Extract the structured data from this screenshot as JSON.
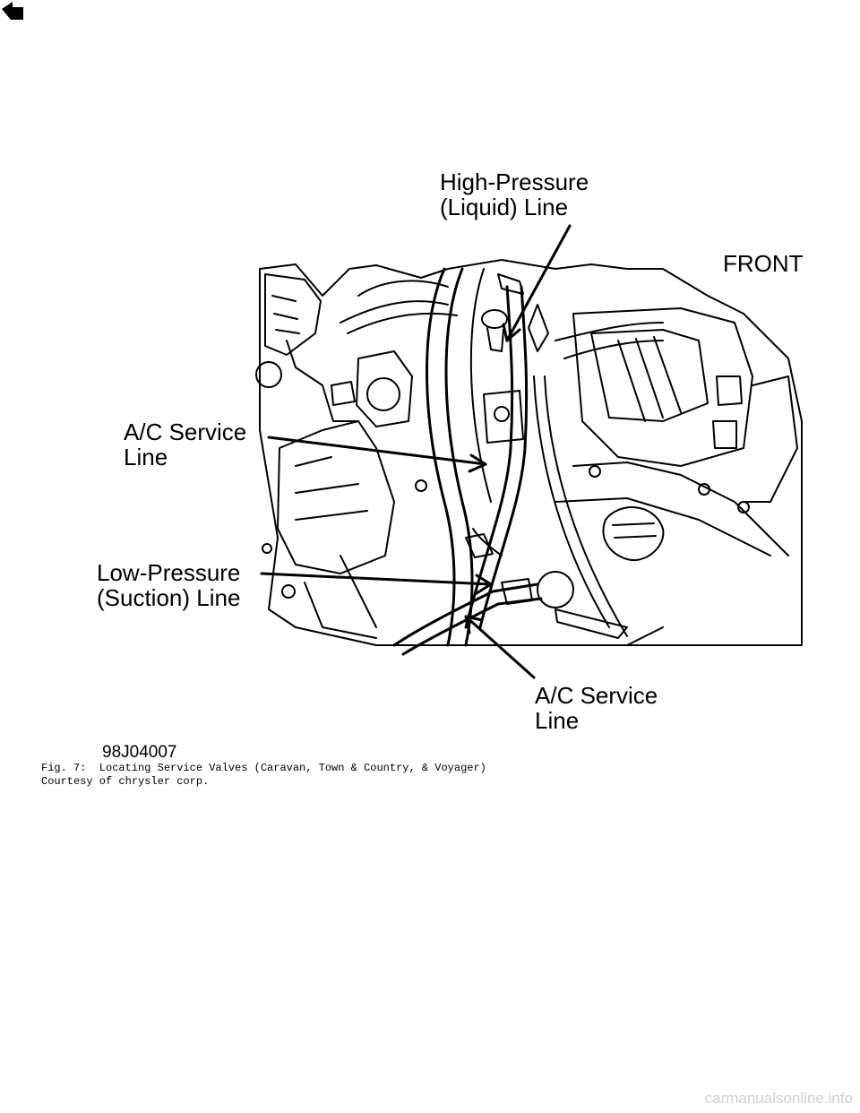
{
  "figure": {
    "labels": {
      "high_pressure": "High-Pressure\n(Liquid) Line",
      "front": "FRONT",
      "ac_service_upper": "A/C Service\nLine",
      "low_pressure": "Low-Pressure\n(Suction) Line",
      "ac_service_lower": "A/C Service\nLine"
    },
    "code": "98J04007",
    "front_icon": "front-arrow-icon"
  },
  "caption": {
    "line1": "Fig. 7:  Locating Service Valves (Caravan, Town & Country, & Voyager)",
    "line2": "Courtesy of chrysler corp."
  },
  "watermark": "carmanualsonline.info"
}
